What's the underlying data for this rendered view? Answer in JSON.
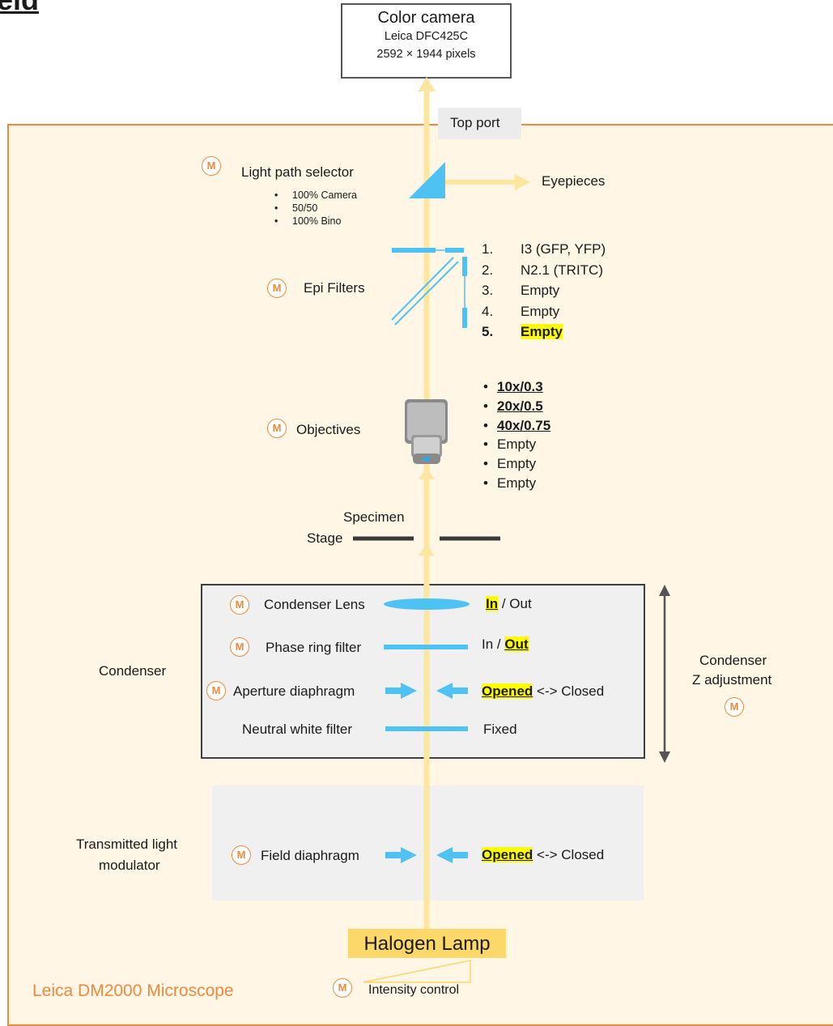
{
  "title_fragment": "ield",
  "camera": {
    "title": "Color camera",
    "model": "Leica DFC425C",
    "resolution": "2592 × 1944 pixels"
  },
  "top_port": "Top port",
  "microscope_label": "Leica DM2000 Microscope",
  "badge_label": "M",
  "light_path": {
    "label": "Light path selector",
    "options": [
      "100% Camera",
      "50/50",
      "100% Bino"
    ],
    "output": "Eyepieces"
  },
  "epi_filters": {
    "label": "Epi Filters",
    "items": [
      {
        "num": "1.",
        "name": "I3 (GFP, YFP)"
      },
      {
        "num": "2.",
        "name": "N2.1 (TRITC)"
      },
      {
        "num": "3.",
        "name": "Empty"
      },
      {
        "num": "4.",
        "name": "Empty"
      },
      {
        "num": "5.",
        "name": "Empty"
      }
    ]
  },
  "objectives": {
    "label": "Objectives",
    "items": [
      "10x/0.3",
      "20x/0.5",
      "40x/0.75",
      "Empty",
      "Empty",
      "Empty"
    ]
  },
  "specimen": {
    "label": "Specimen",
    "stage": "Stage"
  },
  "condenser": {
    "label": "Condenser",
    "rows": [
      {
        "name": "Condenser Lens",
        "state_a": "In",
        "sep": " / ",
        "state_b": "Out"
      },
      {
        "name": "Phase ring filter",
        "state_a": "In",
        "sep": " / ",
        "state_b": "Out"
      },
      {
        "name": "Aperture diaphragm",
        "state_a": "Opened",
        "sep": " <-> ",
        "state_b": "Closed"
      },
      {
        "name": "Neutral white filter",
        "state": "Fixed"
      }
    ],
    "z_adjust": [
      "Condenser",
      "Z adjustment"
    ]
  },
  "transmitted": {
    "label_lines": [
      "Transmitted light",
      "modulator"
    ],
    "field": "Field diaphragm",
    "state_a": "Opened",
    "sep": " <-> ",
    "state_b": "Closed"
  },
  "lamp": {
    "label": "Halogen Lamp",
    "intensity": "Intensity control"
  },
  "colors": {
    "frame": "#ee8a3e",
    "panel": "#fff6e5",
    "beam": "#fde6a0",
    "optic_blue": "#4ec3f3",
    "box_gray": "#f0f0f0",
    "highlight": "#ffff00",
    "lamp_box": "#fcd76a"
  }
}
